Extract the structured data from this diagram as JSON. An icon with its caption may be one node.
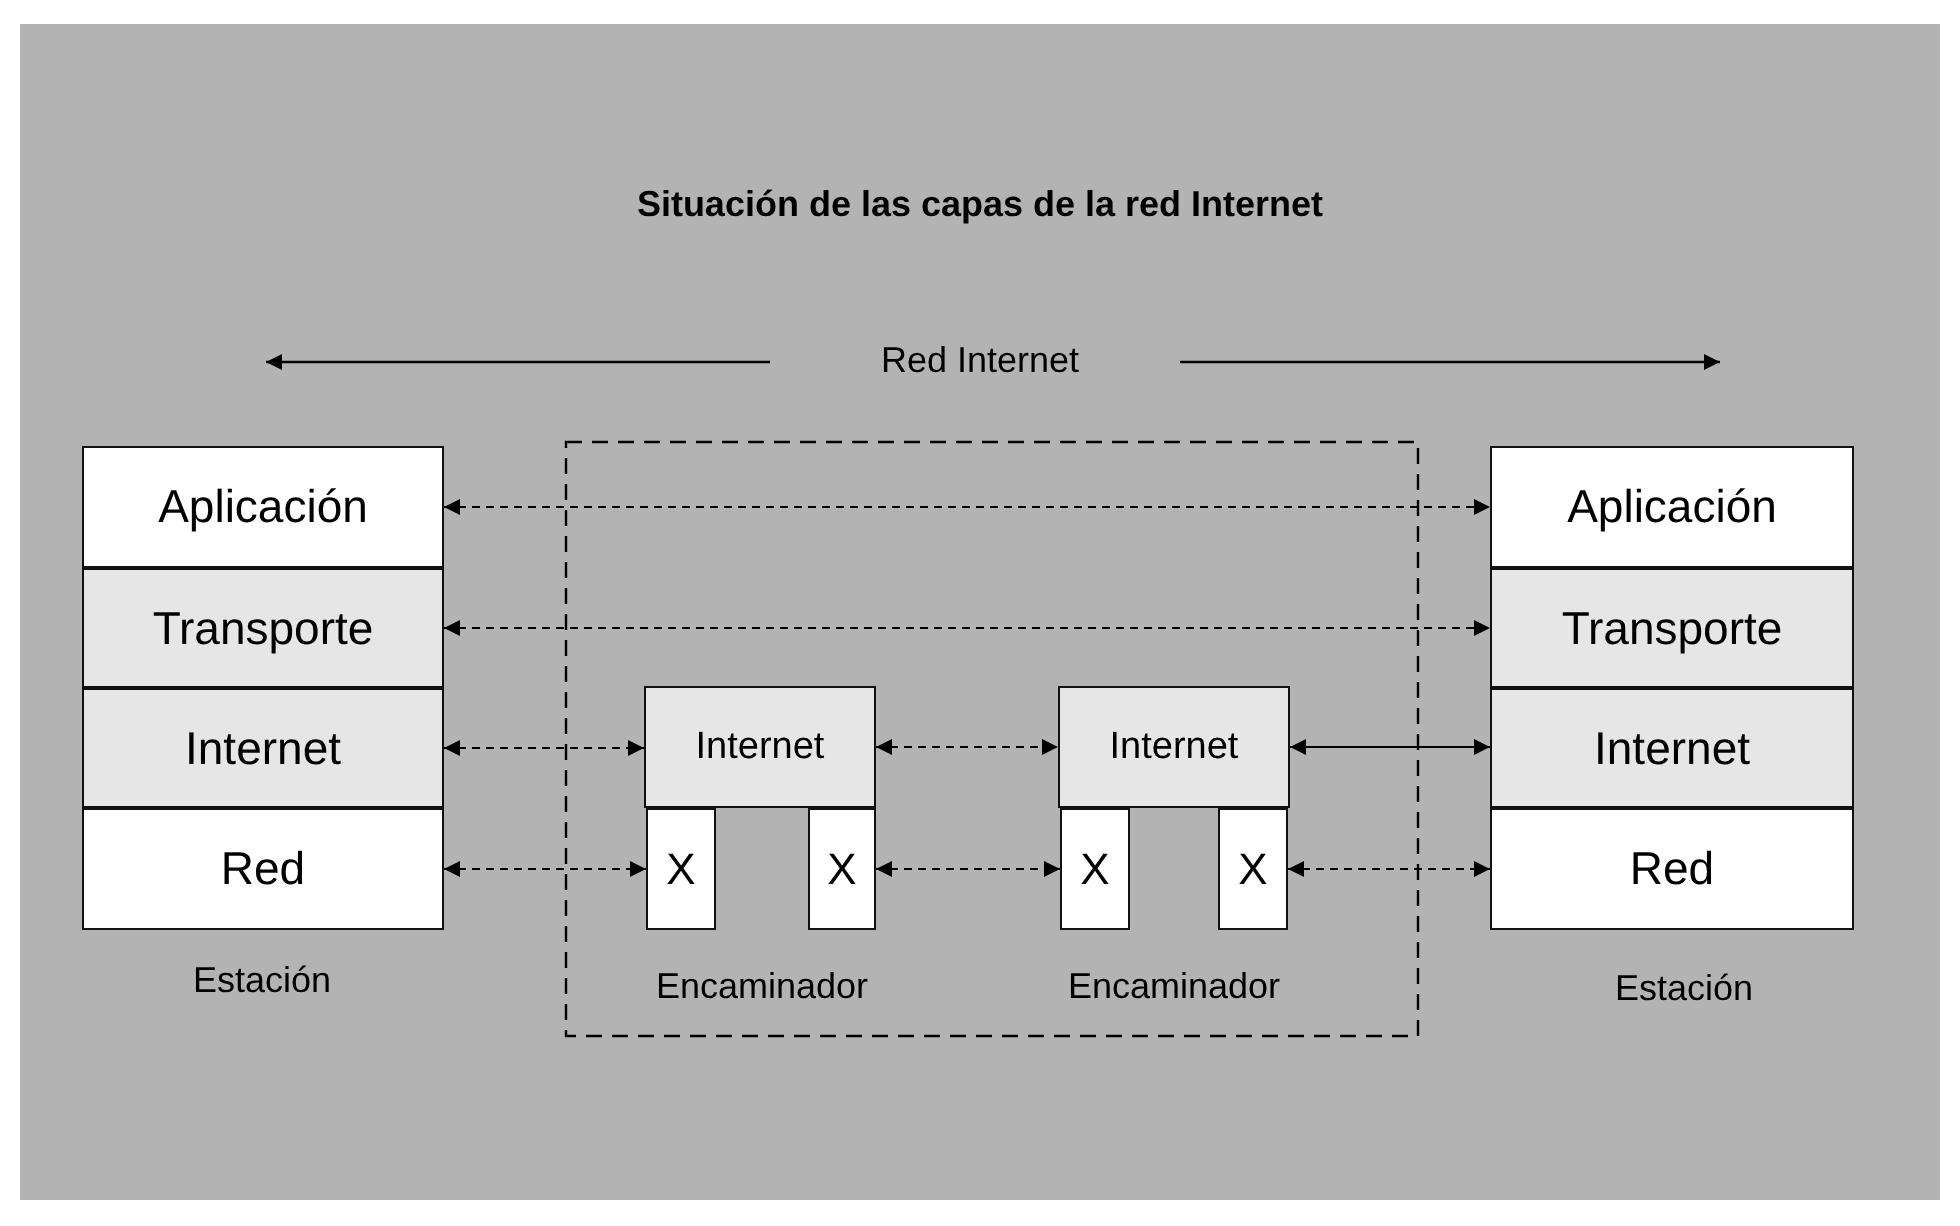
{
  "diagram": {
    "title": "Situación de las capas de la red Internet",
    "nodes": [
      {
        "text": [
          "Aplicación"
        ]
      },
      {
        "text": [
          "Transporte"
        ]
      },
      {
        "text": [
          "Internet"
        ]
      },
      {
        "text": [
          "Red"
        ]
      },
      {
        "text": [
          "Internet"
        ]
      },
      {
        "text": [
          "X"
        ]
      },
      {
        "text": [
          "X"
        ]
      },
      {
        "text": [
          "Internet"
        ]
      },
      {
        "text": [
          "X"
        ]
      },
      {
        "text": [
          "X"
        ]
      },
      {
        "text": [
          "Aplicación"
        ]
      },
      {
        "text": [
          "Transporte"
        ]
      },
      {
        "text": [
          "Internet"
        ]
      },
      {
        "text": [
          "Red"
        ]
      }
    ],
    "edges": [
      {
        "from": 0,
        "to": 10,
        "arrow": "both",
        "style": "dashed"
      },
      {
        "from": 1,
        "to": 11,
        "arrow": "both",
        "style": "dashed"
      },
      {
        "from": 2,
        "to": 4,
        "arrow": "both",
        "style": "dashed"
      },
      {
        "from": 4,
        "to": 7,
        "arrow": "both",
        "style": "dashed"
      },
      {
        "from": 7,
        "to": 12,
        "arrow": "both"
      },
      {
        "from": 3,
        "to": 5,
        "arrow": "both",
        "style": "dashed"
      },
      {
        "from": 6,
        "to": 8,
        "arrow": "both",
        "style": "dashed"
      },
      {
        "from": 9,
        "to": 13,
        "arrow": "both",
        "style": "dashed"
      }
    ],
    "labels": [
      "Red Internet",
      "Estación",
      "Encaminador",
      "Encaminador",
      "Estación"
    ]
  }
}
